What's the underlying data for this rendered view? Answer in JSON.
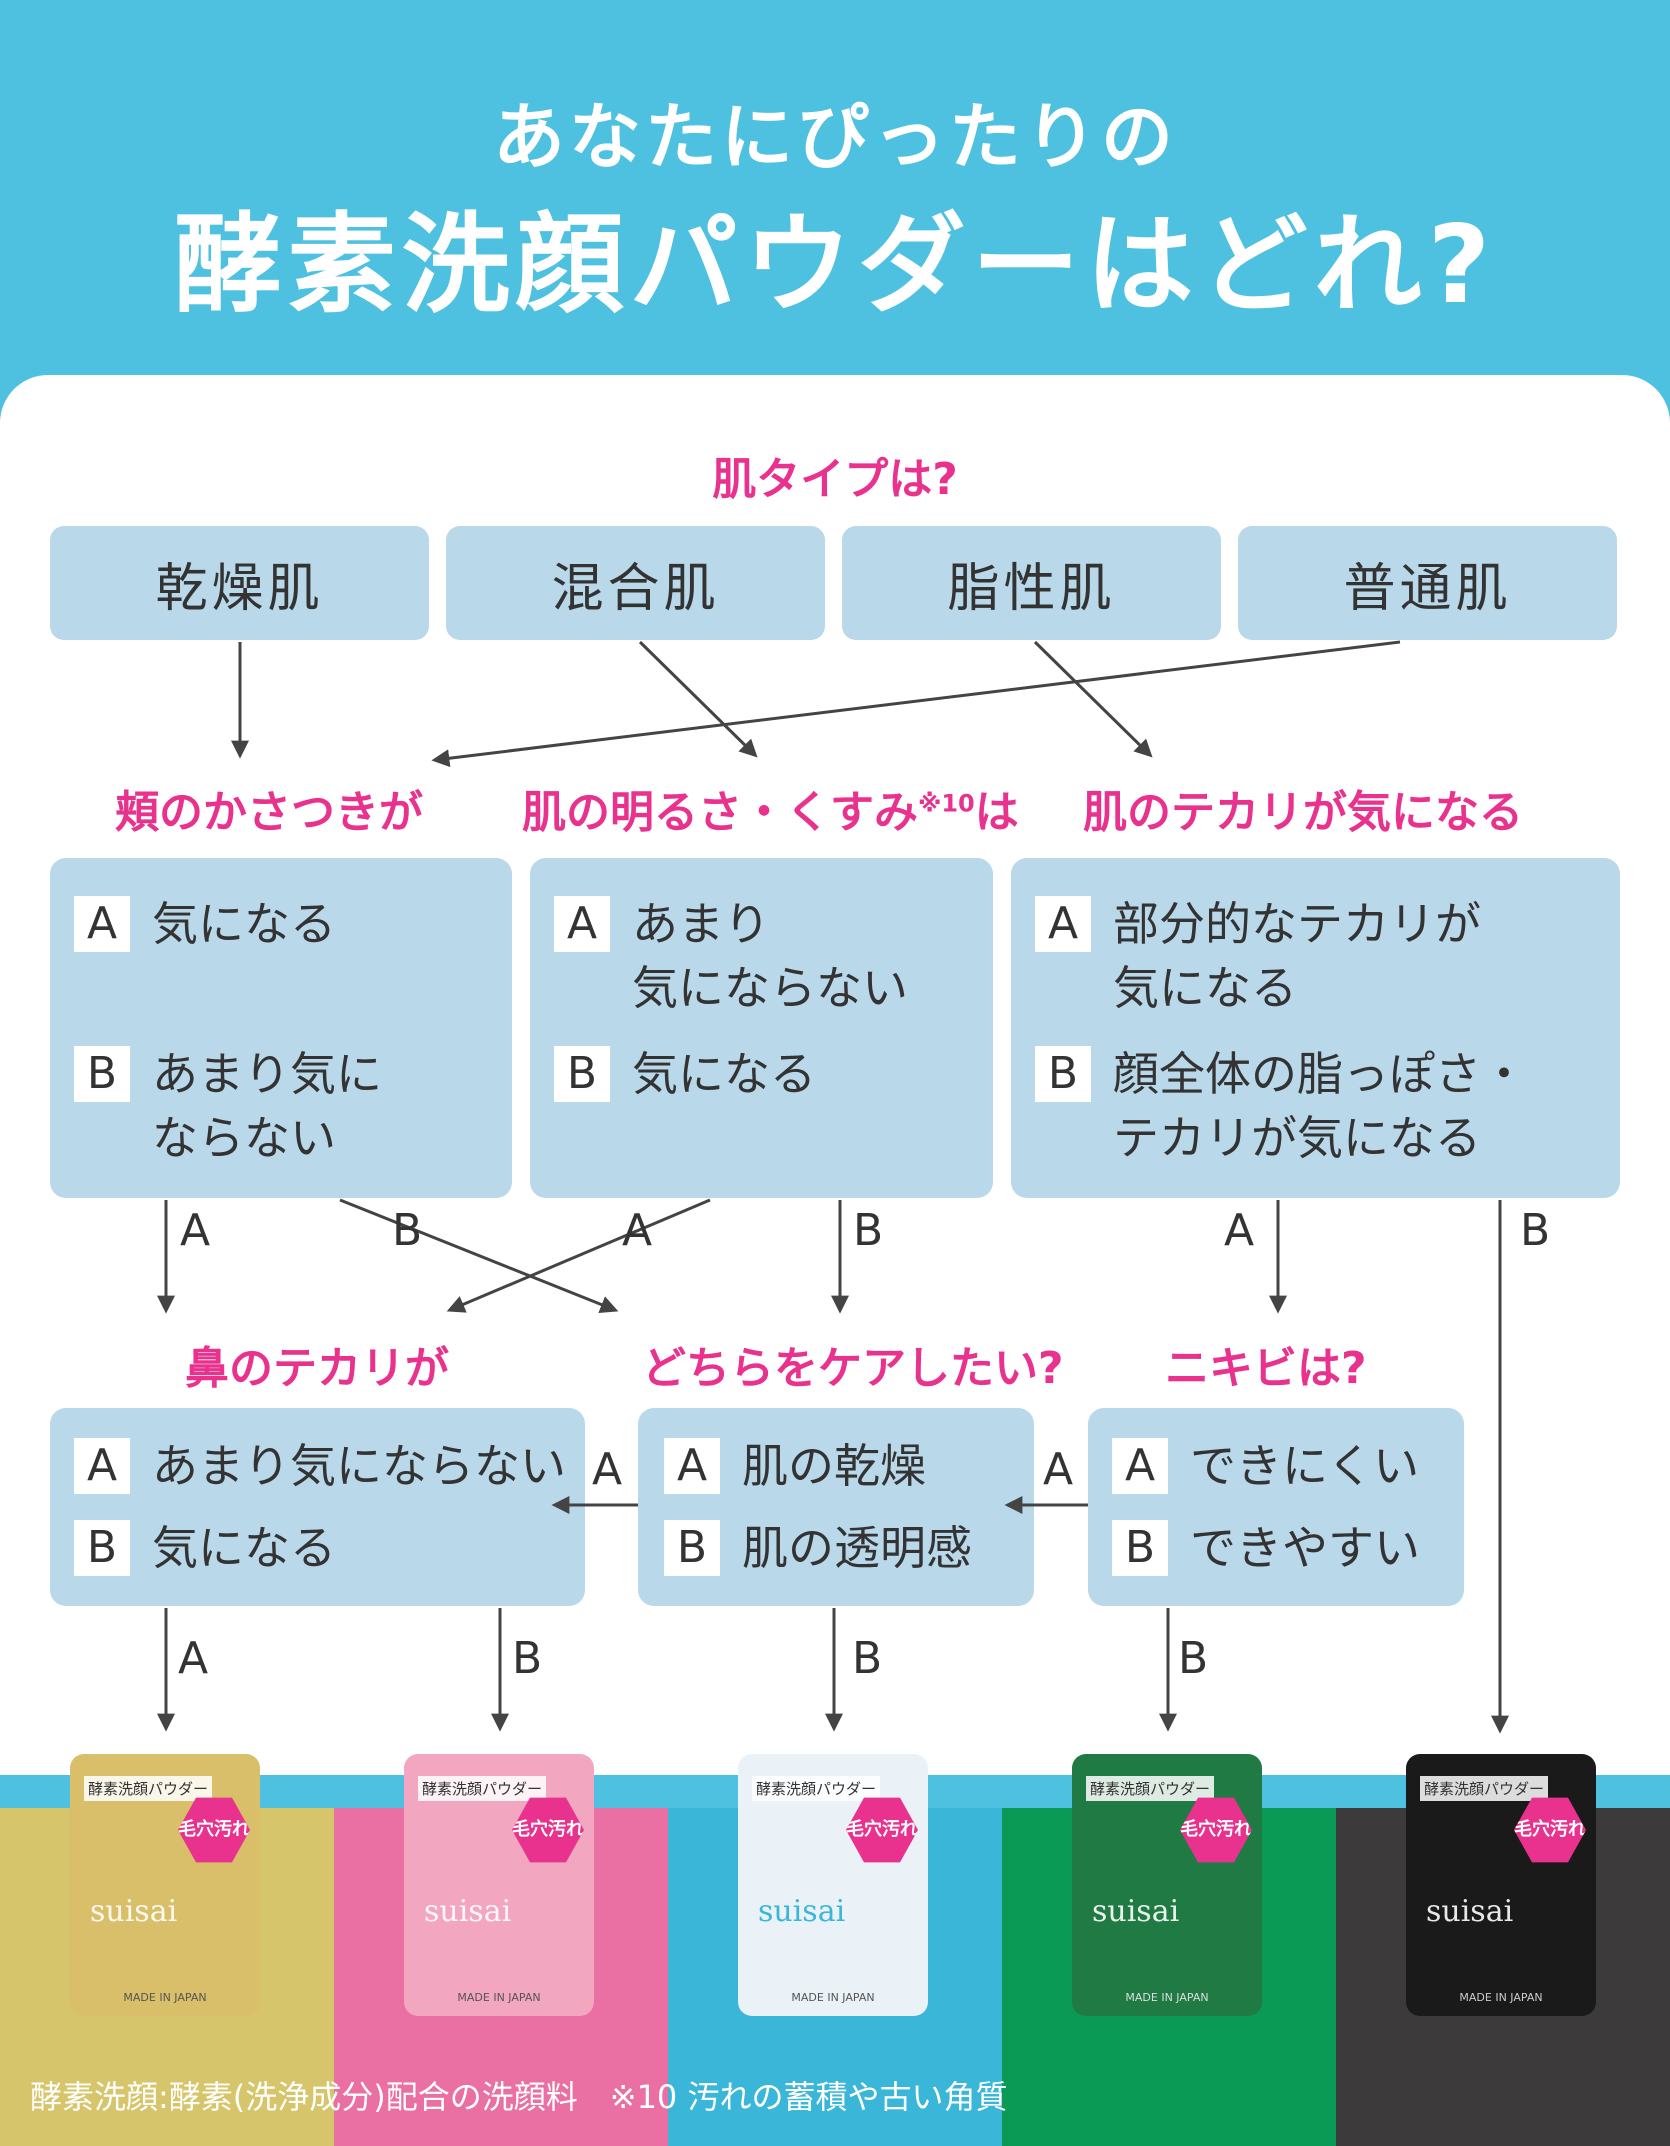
{
  "header": {
    "line1": "あなたにぴったりの",
    "line2": "酵素洗顔パウダーはどれ?"
  },
  "q_skin": "肌タイプは?",
  "skin_types": [
    "乾燥肌",
    "混合肌",
    "脂性肌",
    "普通肌"
  ],
  "q1": {
    "title": "頬のかさつきが",
    "a": "気になる",
    "b_line1": "あまり気に",
    "b_line2": "ならない"
  },
  "q2": {
    "title": "肌の明るさ・くすみ",
    "note": "※10",
    "suffix": "は",
    "a_line1": "あまり",
    "a_line2": "気にならない",
    "b": "気になる"
  },
  "q3": {
    "title": "肌のテカリが気になる",
    "a_line1": "部分的なテカリが",
    "a_line2": "気になる",
    "b_line1": "顔全体の脂っぽさ・",
    "b_line2": "テカリが気になる"
  },
  "q4": {
    "title": "鼻のテカリが",
    "a": "あまり気にならない",
    "b": "気になる"
  },
  "q5": {
    "title": "どちらをケアしたい?",
    "a": "肌の乾燥",
    "b": "肌の透明感"
  },
  "q6": {
    "title": "ニキビは?",
    "a": "できにくい",
    "b": "できやすい"
  },
  "key_a": "A",
  "key_b": "B",
  "products": [
    {
      "label": "酵素洗顔パウダー",
      "badge": "毛穴汚れ",
      "brand": "suisai",
      "made": "MADE IN JAPAN",
      "color": "#d9bf6a",
      "strip": "#d6c56a"
    },
    {
      "label": "酵素洗顔パウダー",
      "badge": "毛穴汚れ",
      "brand": "suisai",
      "made": "MADE IN JAPAN",
      "color": "#f2a6c0",
      "strip": "#ea6fa2"
    },
    {
      "label": "酵素洗顔パウダー",
      "badge": "毛穴汚れ",
      "brand": "suisai",
      "made": "MADE IN JAPAN",
      "color": "#eaf2f7",
      "strip": "#3ab6d9"
    },
    {
      "label": "酵素洗顔パウダー",
      "badge": "毛穴汚れ",
      "brand": "suisai",
      "made": "MADE IN JAPAN",
      "color": "#1f7a44",
      "strip": "#0a9a55"
    },
    {
      "label": "酵素洗顔パウダー",
      "badge": "毛穴汚れ",
      "brand": "suisai",
      "made": "MADE IN JAPAN",
      "color": "#1a1a1a",
      "strip": "#3c3a3a"
    }
  ],
  "footnote": "酵素洗顔:酵素(洗浄成分)配合の洗顔料　※10 汚れの蓄積や古い角質"
}
